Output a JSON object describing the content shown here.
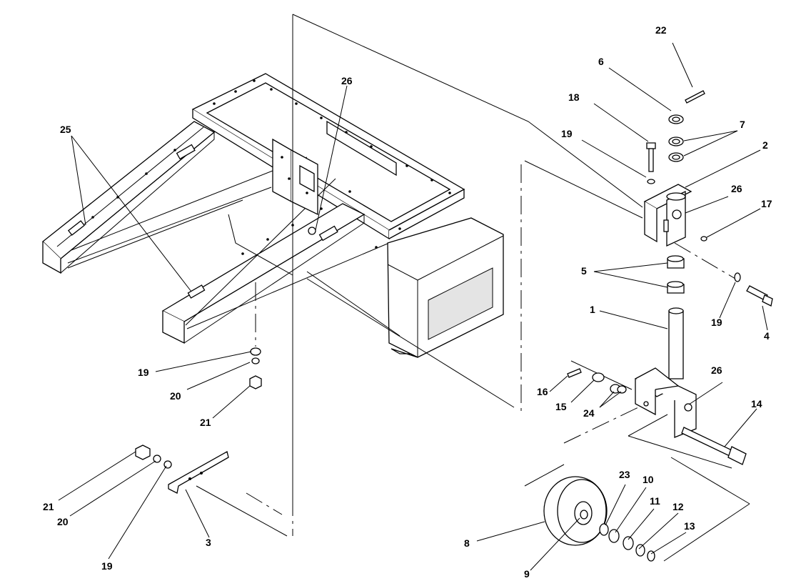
{
  "callouts": [
    {
      "id": "c22a",
      "text": "22"
    },
    {
      "id": "c6",
      "text": "6"
    },
    {
      "id": "c18",
      "text": "18"
    },
    {
      "id": "c7",
      "text": "7"
    },
    {
      "id": "c19a",
      "text": "19"
    },
    {
      "id": "c2",
      "text": "2"
    },
    {
      "id": "c26a",
      "text": "26"
    },
    {
      "id": "c17",
      "text": "17"
    },
    {
      "id": "c26b",
      "text": "26"
    },
    {
      "id": "c25",
      "text": "25"
    },
    {
      "id": "c5",
      "text": "5"
    },
    {
      "id": "c1",
      "text": "1"
    },
    {
      "id": "c19b",
      "text": "19"
    },
    {
      "id": "c4",
      "text": "4"
    },
    {
      "id": "c19c",
      "text": "19"
    },
    {
      "id": "c20a",
      "text": "20"
    },
    {
      "id": "c21a",
      "text": "21"
    },
    {
      "id": "c16",
      "text": "16"
    },
    {
      "id": "c15",
      "text": "15"
    },
    {
      "id": "c24",
      "text": "24"
    },
    {
      "id": "c26c",
      "text": "26"
    },
    {
      "id": "c14",
      "text": "14"
    },
    {
      "id": "c21b",
      "text": "21"
    },
    {
      "id": "c20b",
      "text": "20"
    },
    {
      "id": "c19d",
      "text": "19"
    },
    {
      "id": "c3",
      "text": "3"
    },
    {
      "id": "c23",
      "text": "23"
    },
    {
      "id": "c10",
      "text": "10"
    },
    {
      "id": "c11",
      "text": "11"
    },
    {
      "id": "c12",
      "text": "12"
    },
    {
      "id": "c13",
      "text": "13"
    },
    {
      "id": "c8",
      "text": "8"
    },
    {
      "id": "c9",
      "text": "9"
    }
  ]
}
